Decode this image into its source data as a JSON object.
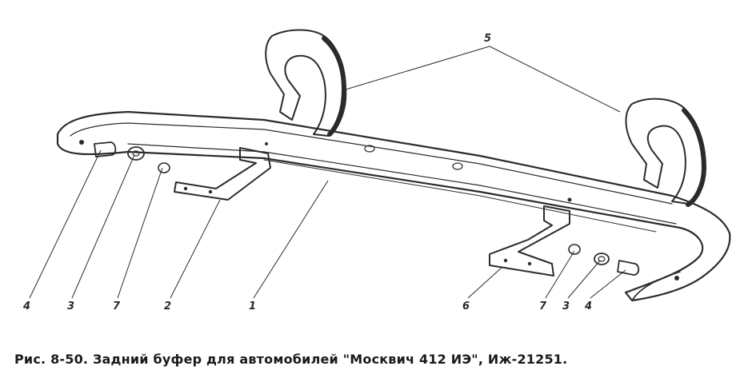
{
  "caption": "Рис. 8-50. Задний буфер для автомобилей \"Москвич 412 ИЭ\", Иж-21251.",
  "callouts": {
    "c1": "1",
    "c2": "2",
    "c3_left": "3",
    "c3_right": "3",
    "c4_left": "4",
    "c4_right": "4",
    "c5": "5",
    "c6": "6",
    "c7_left": "7",
    "c7_right": "7"
  }
}
